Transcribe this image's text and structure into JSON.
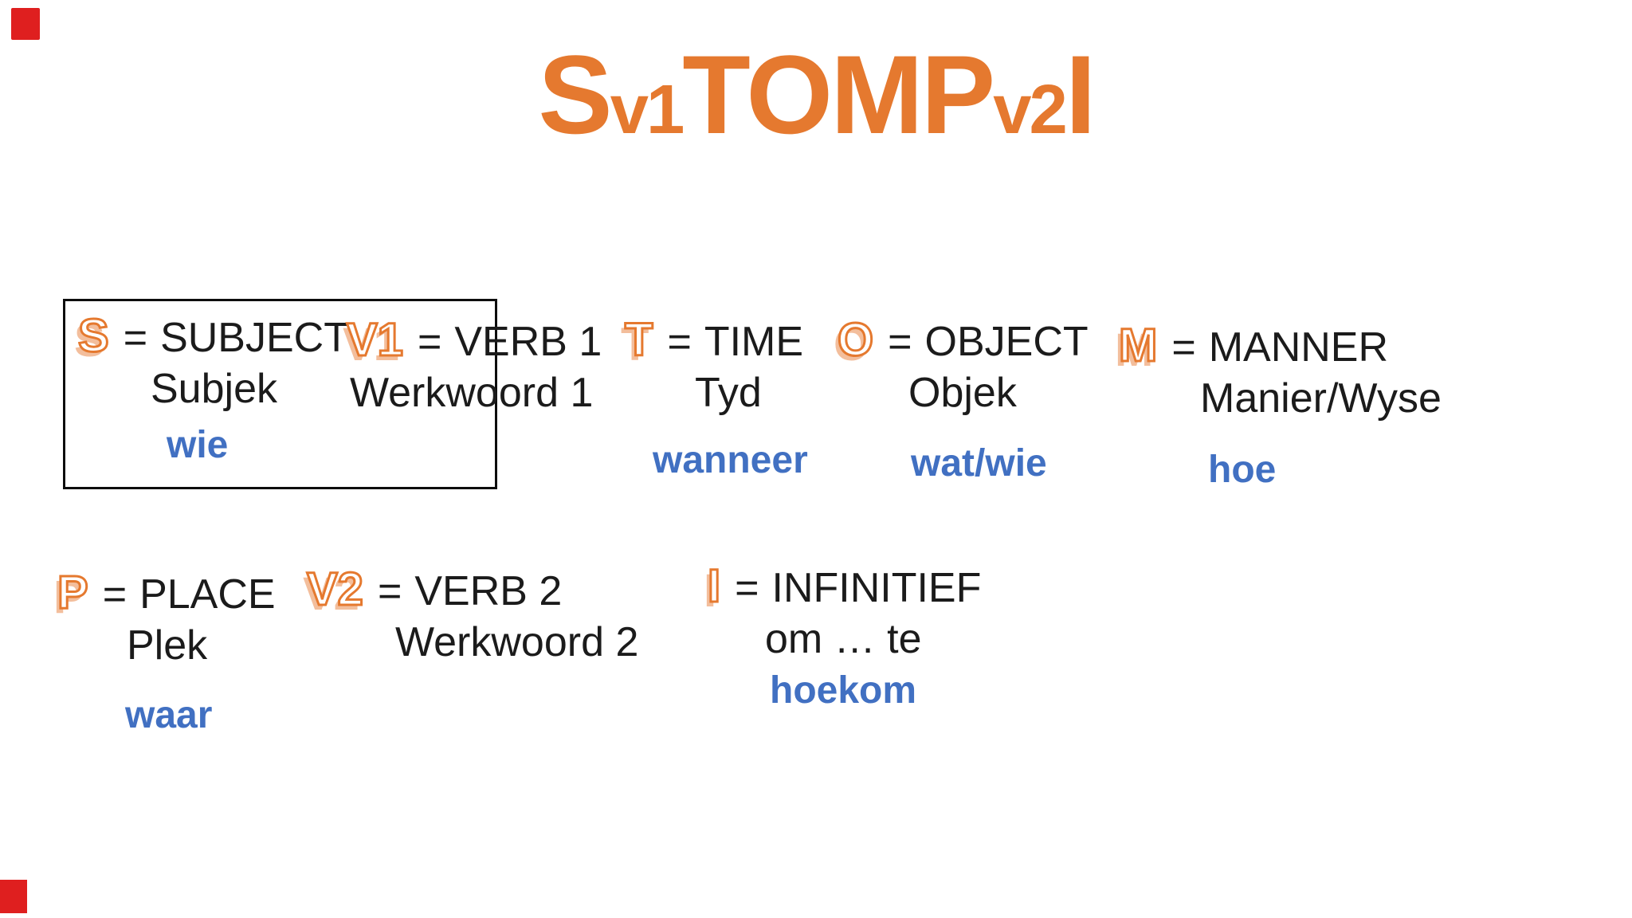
{
  "page": {
    "background": "#ffffff"
  },
  "colors": {
    "accent_orange": "#e5792f",
    "question_blue": "#4170c2",
    "text_black": "#1b1b1b",
    "box_border": "#0d0d0d",
    "marker_red": "#df1f1f"
  },
  "title": {
    "full_text": "Sv1TOMPv2I",
    "segments": [
      {
        "text": "S"
      },
      {
        "text": "v1"
      },
      {
        "text": "TOMP"
      },
      {
        "text": "v2"
      },
      {
        "text": "I"
      }
    ]
  },
  "legend": {
    "equals": "=",
    "items": [
      {
        "id": "s",
        "letter": "S",
        "name": "SUBJECT",
        "translation": "Subjek",
        "question": "wie"
      },
      {
        "id": "v1",
        "letter": "V1",
        "name": "VERB 1",
        "translation": "Werkwoord 1",
        "question": ""
      },
      {
        "id": "t",
        "letter": "T",
        "name": "TIME",
        "translation": "Tyd",
        "question": "wanneer"
      },
      {
        "id": "o",
        "letter": "O",
        "name": "OBJECT",
        "translation": "Objek",
        "question": "wat/wie"
      },
      {
        "id": "m",
        "letter": "M",
        "name": "MANNER",
        "translation": "Manier/Wyse",
        "question": "hoe"
      },
      {
        "id": "p",
        "letter": "P",
        "name": "PLACE",
        "translation": "Plek",
        "question": "waar"
      },
      {
        "id": "v2",
        "letter": "V2",
        "name": "VERB 2",
        "translation": "Werkwoord 2",
        "question": ""
      },
      {
        "id": "i",
        "letter": "I",
        "name": "INFINITIEF",
        "translation": "om … te",
        "question": "hoekom"
      }
    ]
  }
}
